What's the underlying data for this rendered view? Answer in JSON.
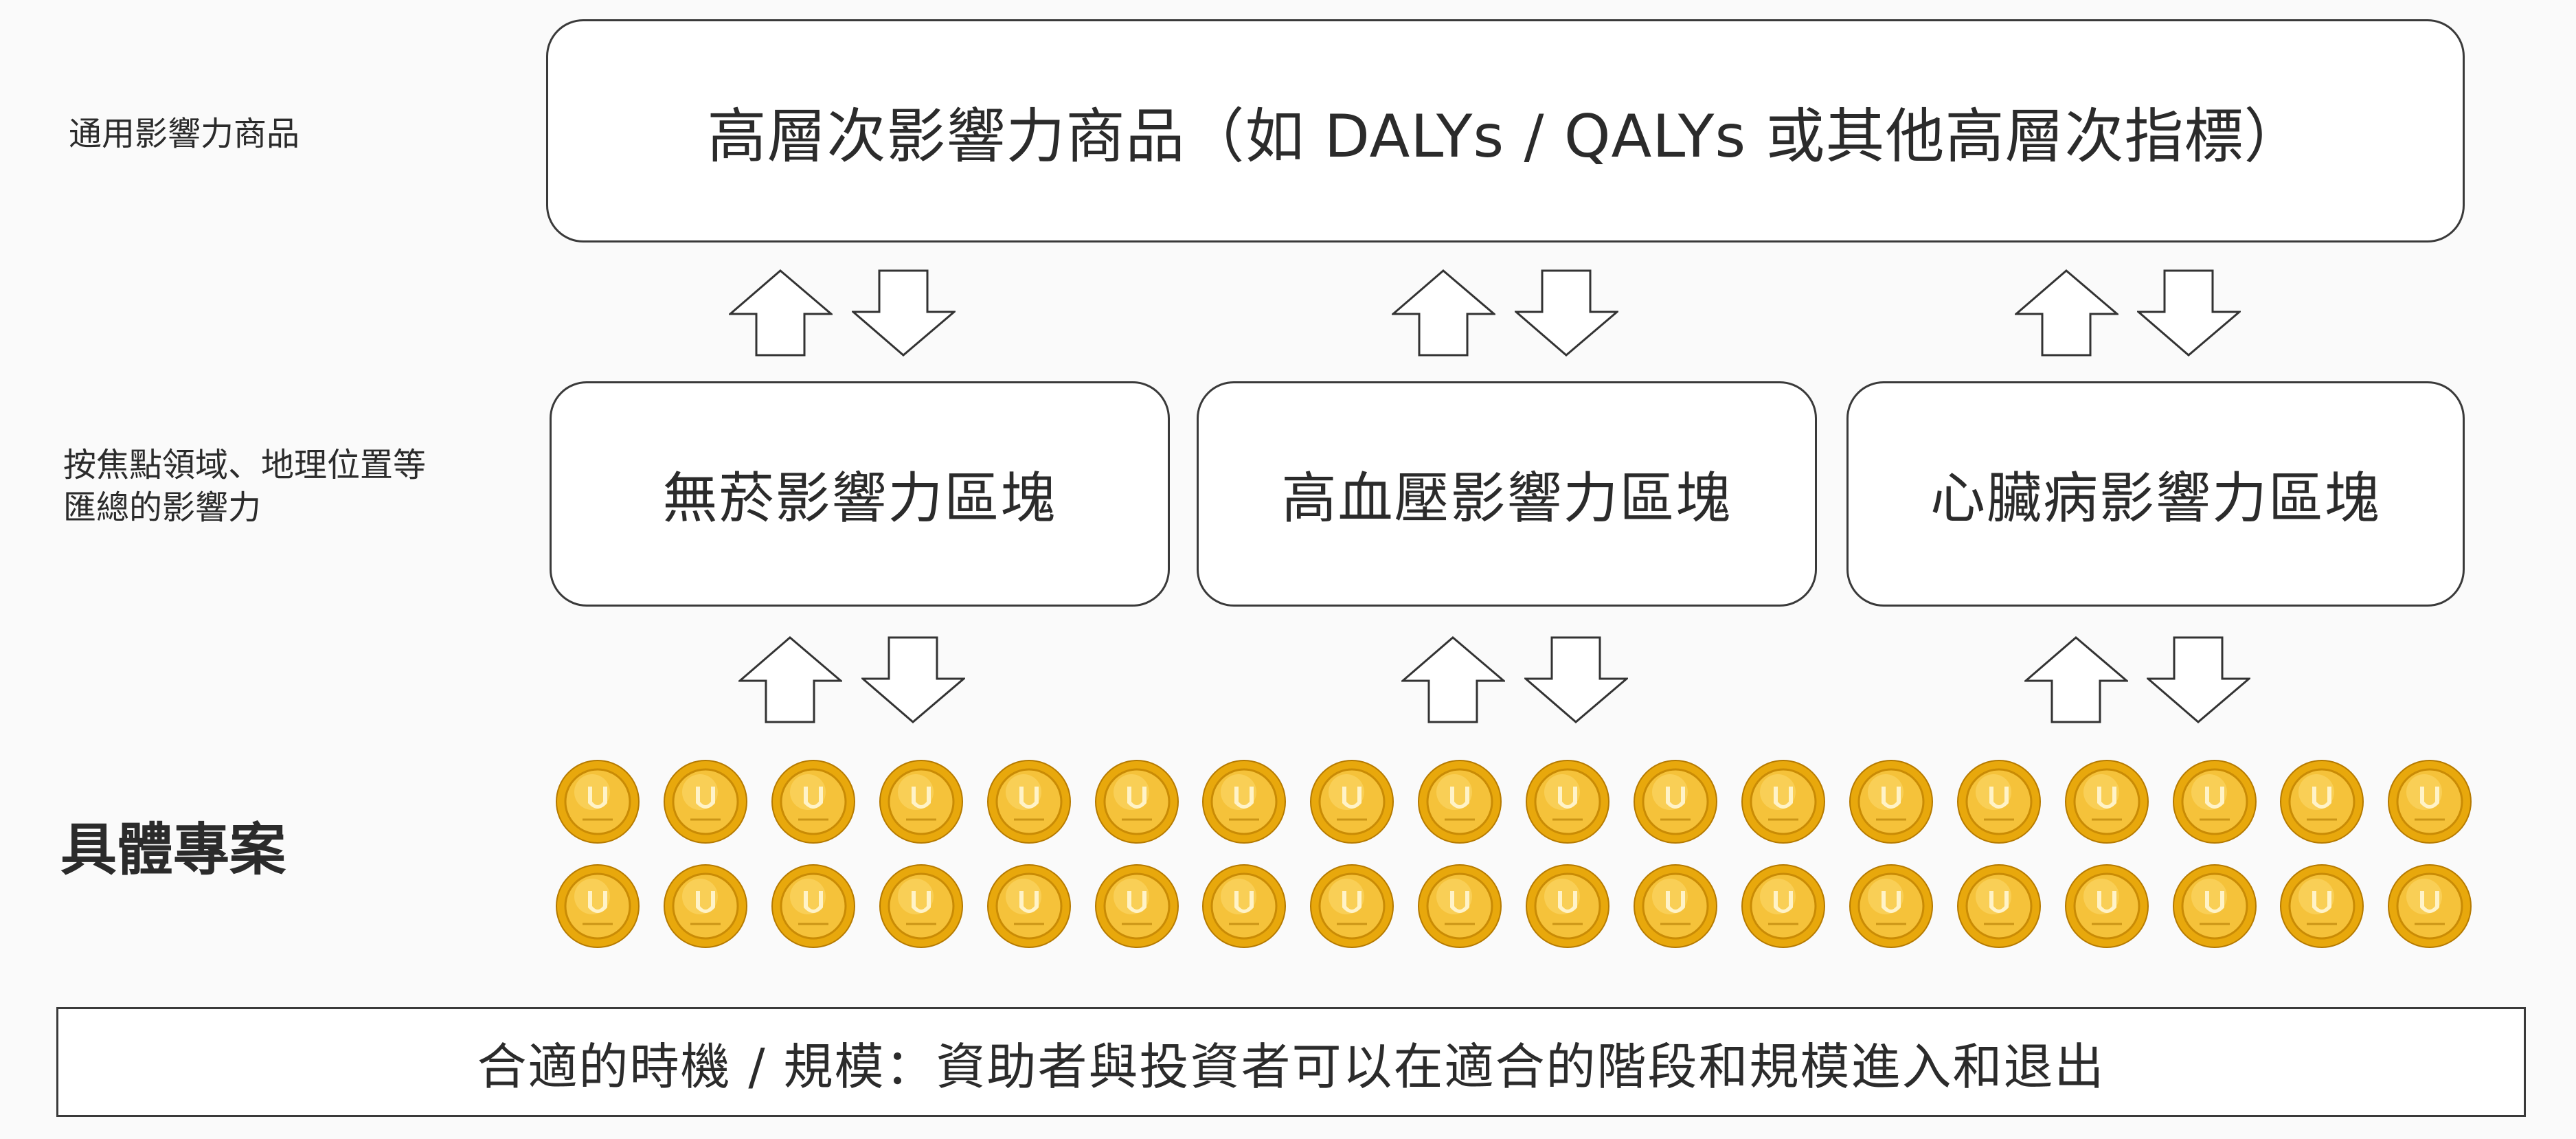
{
  "labels": {
    "universal": "通用影響力商品",
    "aggregated_line1": "按焦點領域、地理位置等",
    "aggregated_line2": "匯總的影響力",
    "projects": "具體專案"
  },
  "top_box": {
    "title": "高層次影響力商品（如 DALYs / QALYs 或其他高層次指標）"
  },
  "blocks": [
    {
      "title": "無菸影響力區塊"
    },
    {
      "title": "高血壓影響力區塊"
    },
    {
      "title": "心臟病影響力區塊"
    }
  ],
  "coins": {
    "rows": 2,
    "per_row": 18,
    "icon": "gold-coin-icon",
    "color": "#e8a80c"
  },
  "bottom_bar": {
    "text": "合適的時機 / 規模：資助者與投資者可以在適合的階段和規模進入和退出"
  }
}
